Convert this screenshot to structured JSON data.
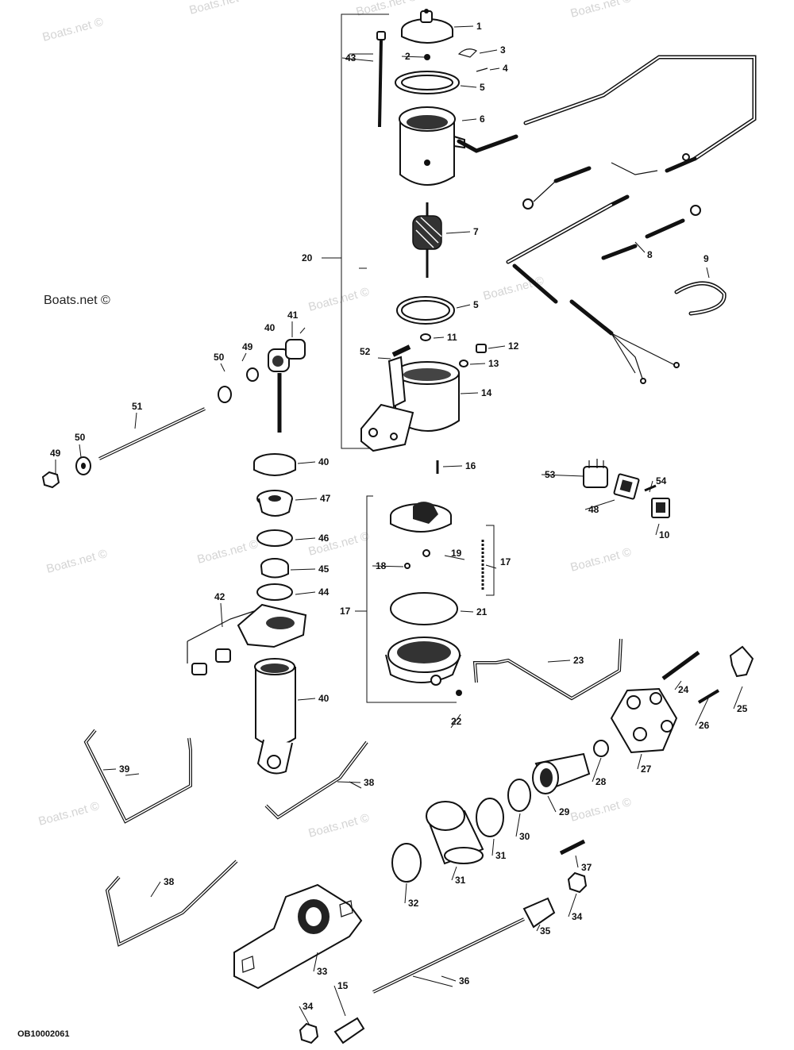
{
  "diagram": {
    "watermark": "Boats.net ©",
    "code": "OB10002061",
    "callouts": [
      "1",
      "2",
      "3",
      "4",
      "5",
      "6",
      "7",
      "5",
      "8",
      "9",
      "11",
      "12",
      "13",
      "14",
      "52",
      "20",
      "43",
      "40",
      "41",
      "49",
      "50",
      "51",
      "49",
      "50",
      "16",
      "40",
      "47",
      "46",
      "45",
      "44",
      "42",
      "40",
      "53",
      "48",
      "54",
      "10",
      "19",
      "17",
      "18",
      "21",
      "17",
      "23",
      "22",
      "24",
      "25",
      "26",
      "27",
      "28",
      "29",
      "30",
      "31",
      "31",
      "32",
      "33",
      "34",
      "35",
      "36",
      "34",
      "15",
      "37",
      "38",
      "39",
      "38"
    ]
  }
}
